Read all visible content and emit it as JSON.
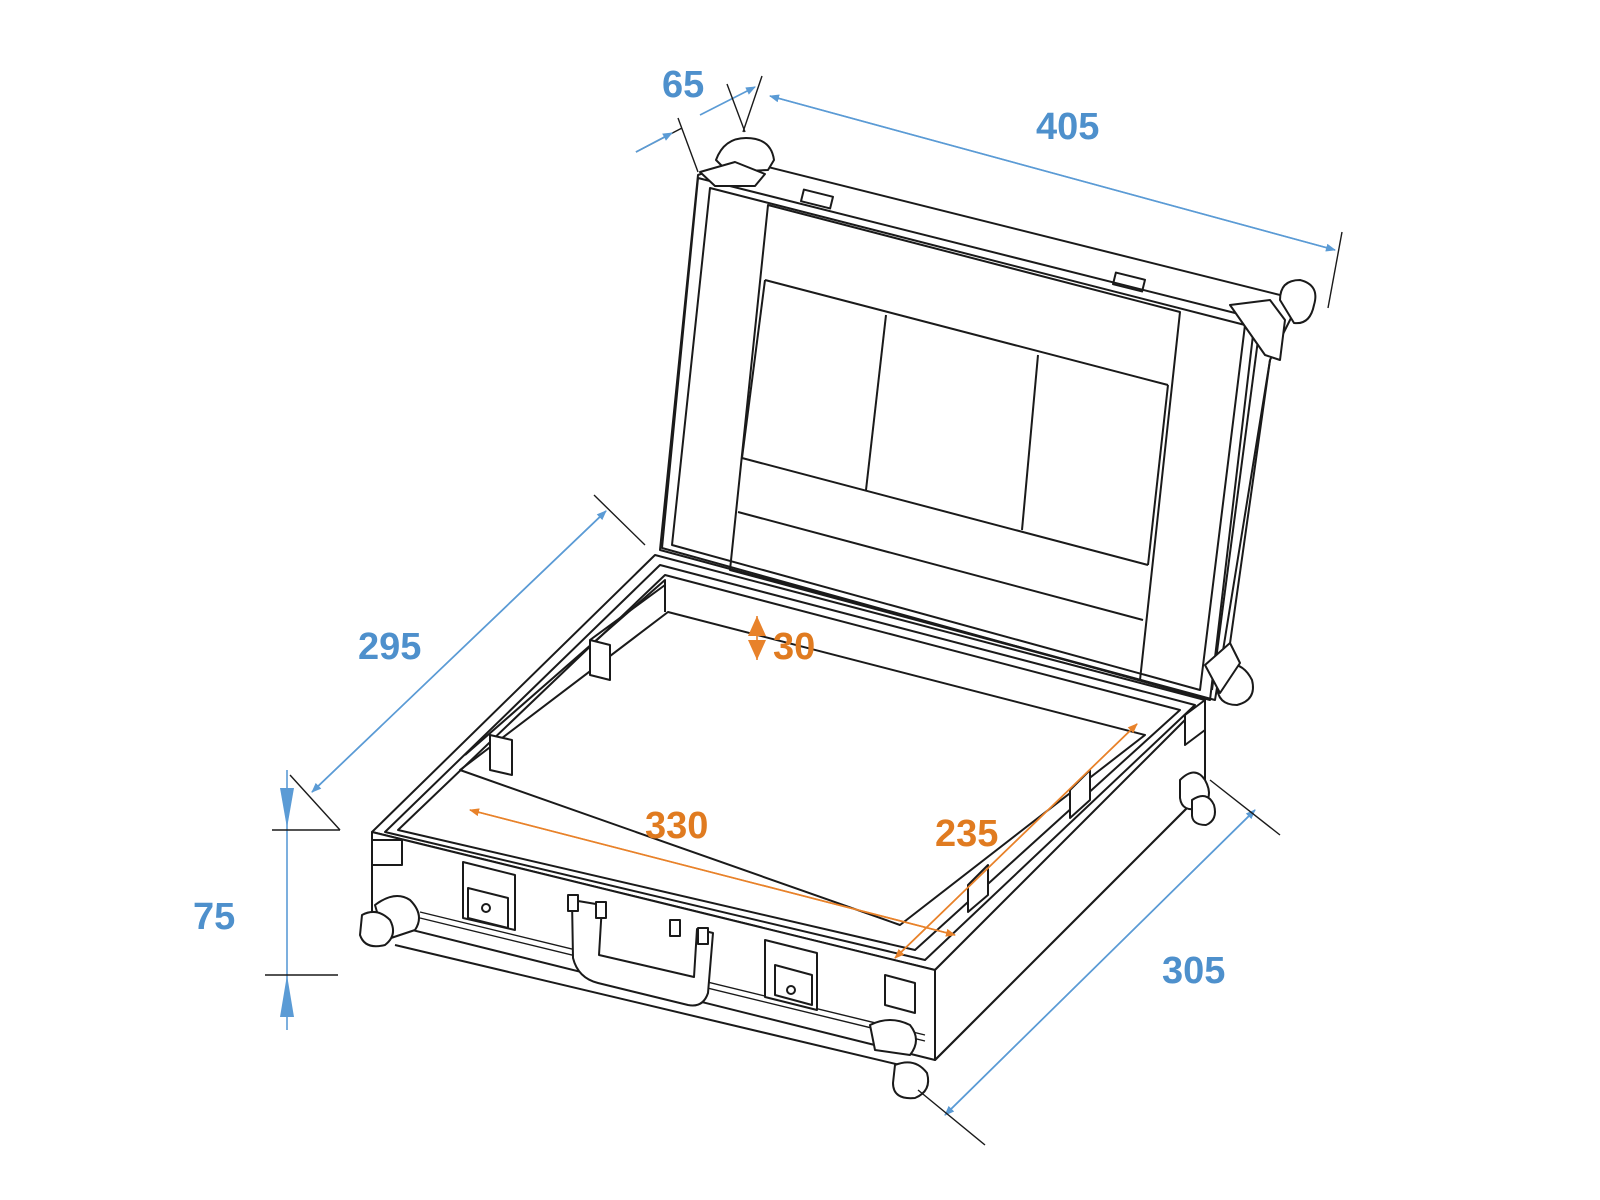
{
  "diagram": {
    "subject": "Flight case with open lid (technical dimension drawing)",
    "colors": {
      "outline": "#1a1a1a",
      "outer_dimension": "#4e90cc",
      "inner_dimension": "#e07b20",
      "background": "#ffffff"
    },
    "outer_dimensions": {
      "lid_depth": "65",
      "width": "405",
      "depth": "295",
      "height": "75",
      "depth_right": "305"
    },
    "inner_dimensions": {
      "inner_height": "30",
      "inner_width": "330",
      "inner_depth": "235"
    }
  }
}
